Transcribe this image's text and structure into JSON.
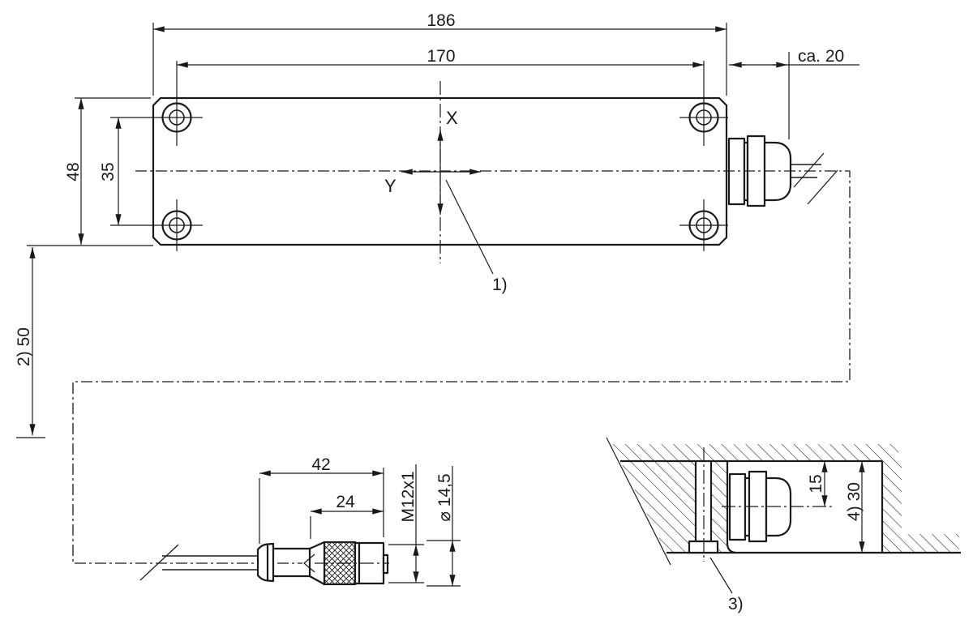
{
  "colors": {
    "ink": "#1a1a1a",
    "background": "#ffffff"
  },
  "views": {
    "top": {
      "dims": {
        "overall_width": "186",
        "hole_spacing_x": "170",
        "gland_length": "ca. 20",
        "overall_height": "48",
        "hole_spacing_y": "35",
        "cable_offset": "2) 50"
      },
      "axes": {
        "x": "X",
        "y": "Y"
      },
      "callouts": {
        "origin": "1)"
      }
    },
    "connector": {
      "dims": {
        "overall_length": "42",
        "knurl_length": "24",
        "thread": "M12x1",
        "diameter": "⌀ 14,5"
      }
    },
    "mounting": {
      "dims": {
        "center_depth": "15",
        "recess_depth": "4) 30"
      },
      "callouts": {
        "gland_nut": "3)"
      }
    }
  }
}
